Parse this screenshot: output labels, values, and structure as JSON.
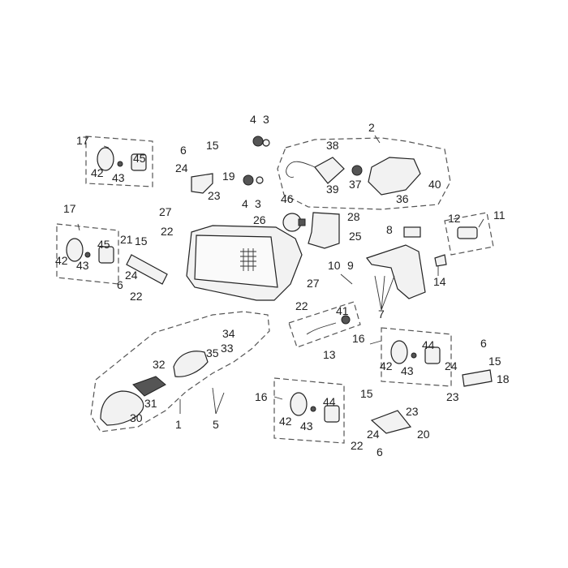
{
  "callouts": [
    {
      "id": "c1",
      "text": "1"
    },
    {
      "id": "c2",
      "text": "2"
    },
    {
      "id": "c3a",
      "text": "3"
    },
    {
      "id": "c3b",
      "text": "3"
    },
    {
      "id": "c4a",
      "text": "4"
    },
    {
      "id": "c4b",
      "text": "4"
    },
    {
      "id": "c5",
      "text": "5"
    },
    {
      "id": "c6a",
      "text": "6"
    },
    {
      "id": "c6b",
      "text": "6"
    },
    {
      "id": "c6c",
      "text": "6"
    },
    {
      "id": "c6d",
      "text": "6"
    },
    {
      "id": "c7",
      "text": "7"
    },
    {
      "id": "c8",
      "text": "8"
    },
    {
      "id": "c9",
      "text": "9"
    },
    {
      "id": "c10",
      "text": "10"
    },
    {
      "id": "c11",
      "text": "11"
    },
    {
      "id": "c12",
      "text": "12"
    },
    {
      "id": "c13",
      "text": "13"
    },
    {
      "id": "c14",
      "text": "14"
    },
    {
      "id": "c15a",
      "text": "15"
    },
    {
      "id": "c15b",
      "text": "15"
    },
    {
      "id": "c15c",
      "text": "15"
    },
    {
      "id": "c15d",
      "text": "15"
    },
    {
      "id": "c16a",
      "text": "16"
    },
    {
      "id": "c16b",
      "text": "16"
    },
    {
      "id": "c17a",
      "text": "17"
    },
    {
      "id": "c17b",
      "text": "17"
    },
    {
      "id": "c18",
      "text": "18"
    },
    {
      "id": "c19",
      "text": "19"
    },
    {
      "id": "c20",
      "text": "20"
    },
    {
      "id": "c21",
      "text": "21"
    },
    {
      "id": "c22a",
      "text": "22"
    },
    {
      "id": "c22b",
      "text": "22"
    },
    {
      "id": "c22c",
      "text": "22"
    },
    {
      "id": "c22d",
      "text": "22"
    },
    {
      "id": "c23a",
      "text": "23"
    },
    {
      "id": "c23b",
      "text": "23"
    },
    {
      "id": "c23c",
      "text": "23"
    },
    {
      "id": "c24a",
      "text": "24"
    },
    {
      "id": "c24b",
      "text": "24"
    },
    {
      "id": "c24c",
      "text": "24"
    },
    {
      "id": "c24d",
      "text": "24"
    },
    {
      "id": "c25",
      "text": "25"
    },
    {
      "id": "c26",
      "text": "26"
    },
    {
      "id": "c27a",
      "text": "27"
    },
    {
      "id": "c27b",
      "text": "27"
    },
    {
      "id": "c28",
      "text": "28"
    },
    {
      "id": "c30",
      "text": "30"
    },
    {
      "id": "c31",
      "text": "31"
    },
    {
      "id": "c32",
      "text": "32"
    },
    {
      "id": "c33",
      "text": "33"
    },
    {
      "id": "c34",
      "text": "34"
    },
    {
      "id": "c35",
      "text": "35"
    },
    {
      "id": "c36",
      "text": "36"
    },
    {
      "id": "c37",
      "text": "37"
    },
    {
      "id": "c38",
      "text": "38"
    },
    {
      "id": "c39",
      "text": "39"
    },
    {
      "id": "c40",
      "text": "40"
    },
    {
      "id": "c41",
      "text": "41"
    },
    {
      "id": "c42a",
      "text": "42"
    },
    {
      "id": "c42b",
      "text": "42"
    },
    {
      "id": "c42c",
      "text": "42"
    },
    {
      "id": "c42d",
      "text": "42"
    },
    {
      "id": "c43a",
      "text": "43"
    },
    {
      "id": "c43b",
      "text": "43"
    },
    {
      "id": "c43c",
      "text": "43"
    },
    {
      "id": "c43d",
      "text": "43"
    },
    {
      "id": "c44a",
      "text": "44"
    },
    {
      "id": "c44b",
      "text": "44"
    },
    {
      "id": "c45a",
      "text": "45"
    },
    {
      "id": "c45b",
      "text": "45"
    },
    {
      "id": "c46",
      "text": "46"
    }
  ]
}
